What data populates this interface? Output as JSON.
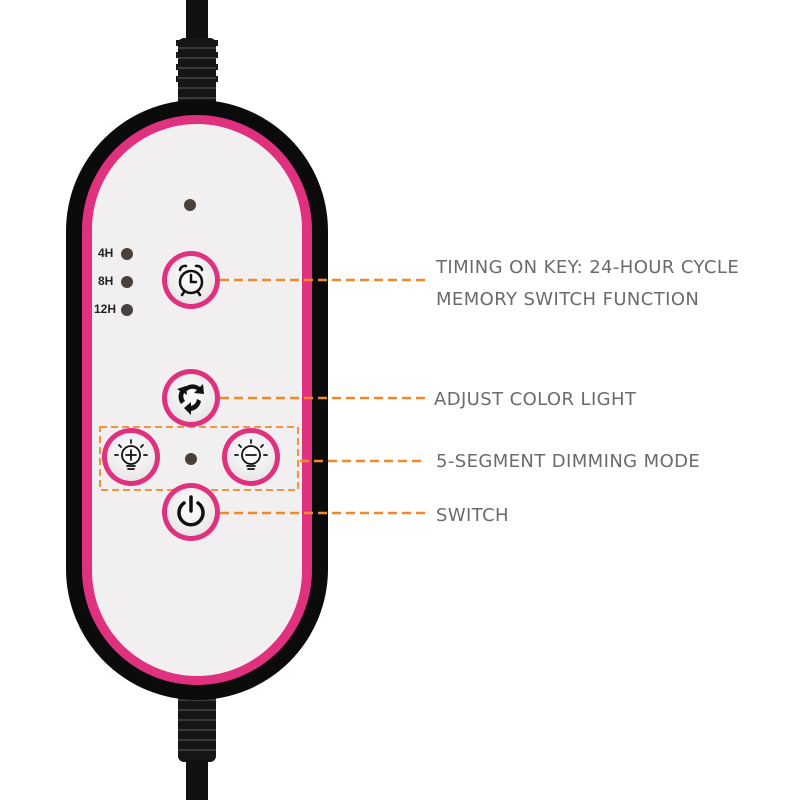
{
  "callouts": {
    "timing_line1": "TIMING ON KEY: 24-HOUR CYCLE",
    "timing_line2": "MEMORY SWITCH FUNCTION",
    "color": "ADJUST COLOR LIGHT",
    "dimming": "5-SEGMENT DIMMING MODE",
    "switch": "SWITCH"
  },
  "timer_labels": [
    "4H",
    "8H",
    "12H"
  ],
  "buttons": {
    "timer": "alarm-clock-icon",
    "color": "recycle-arrows-icon",
    "dim_up": "bulb-plus-icon",
    "dim_down": "bulb-minus-icon",
    "power": "power-icon"
  },
  "colors": {
    "accent": "#e0317f",
    "callout_line": "#ef8a2a",
    "body": "#f1eff0",
    "cable": "#111111"
  }
}
